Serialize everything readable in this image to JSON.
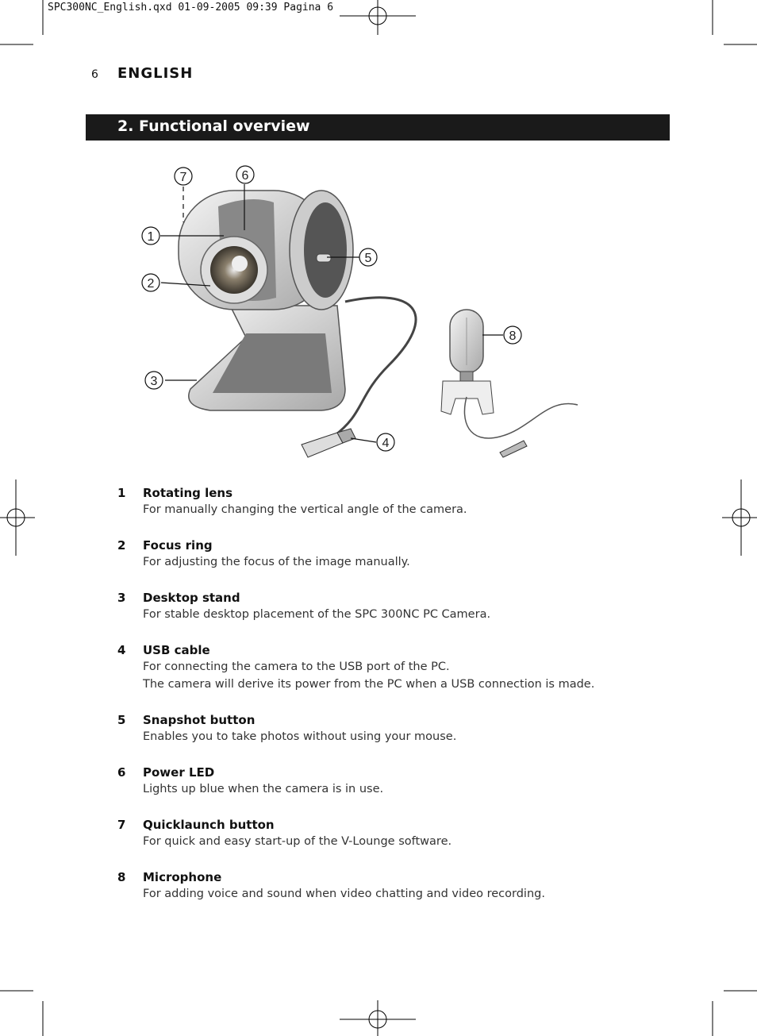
{
  "slug": "SPC300NC_English.qxd 01-09-2005 09:39 Pagina 6",
  "page_number": "6",
  "language": "ENGLISH",
  "section_title": "2. Functional overview",
  "callouts": [
    "1",
    "2",
    "3",
    "4",
    "5",
    "6",
    "7",
    "8"
  ],
  "items": [
    {
      "num": "1",
      "title": "Rotating lens",
      "desc": [
        "For manually changing the vertical angle of the camera."
      ]
    },
    {
      "num": "2",
      "title": "Focus ring",
      "desc": [
        "For adjusting the focus of the image manually."
      ]
    },
    {
      "num": "3",
      "title": "Desktop stand",
      "desc": [
        "For stable desktop placement of the SPC 300NC PC Camera."
      ]
    },
    {
      "num": "4",
      "title": "USB cable",
      "desc": [
        "For connecting the camera to the USB port of the PC.",
        "The camera will derive its power from the PC when a USB connection is made."
      ]
    },
    {
      "num": "5",
      "title": "Snapshot button",
      "desc": [
        "Enables you to take photos without using your mouse."
      ]
    },
    {
      "num": "6",
      "title": "Power LED",
      "desc": [
        "Lights up blue when the camera is in use."
      ]
    },
    {
      "num": "7",
      "title": "Quicklaunch button",
      "desc": [
        "For quick and easy start-up of the V-Lounge software."
      ]
    },
    {
      "num": "8",
      "title": "Microphone",
      "desc": [
        "For adding voice and sound when video chatting and video recording."
      ]
    }
  ]
}
